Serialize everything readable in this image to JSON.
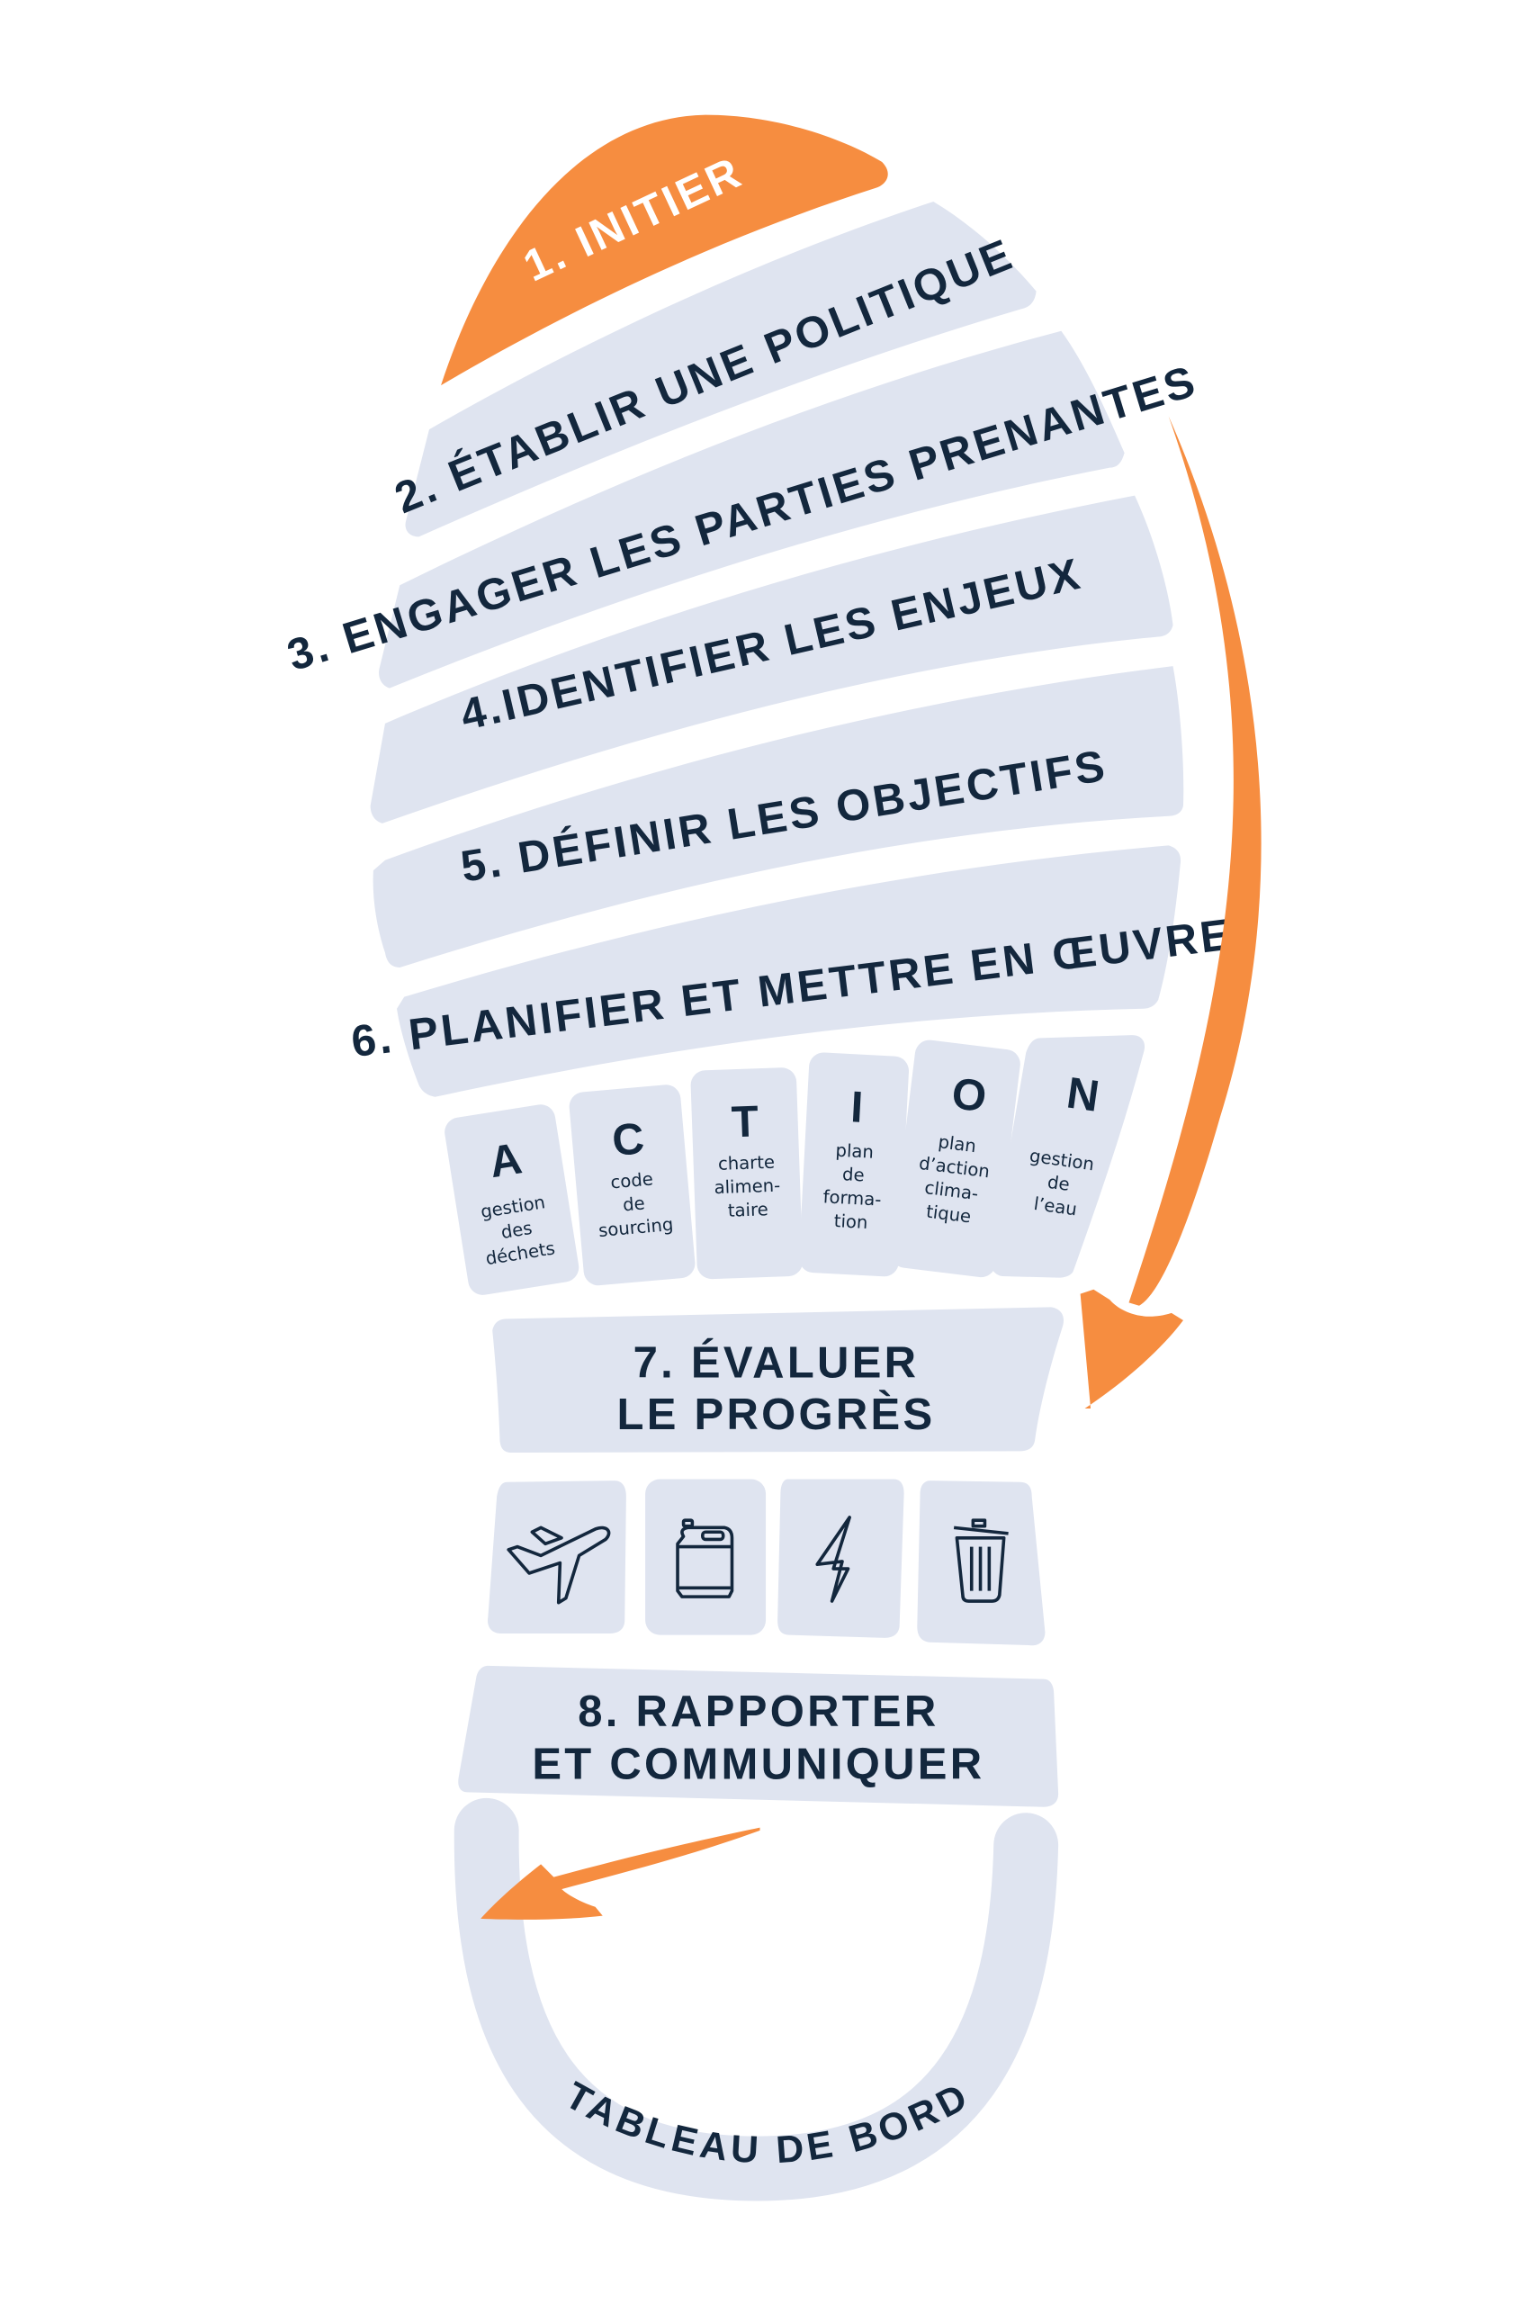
{
  "colors": {
    "accent": "#f68d40",
    "band": "#dfe4f0",
    "text": "#13273d"
  },
  "steps": {
    "s1": "1. INITIER",
    "s2": "2. ÉTABLIR UNE POLITIQUE",
    "s3": "3. ENGAGER LES PARTIES PRENANTES",
    "s4": "4.IDENTIFIER LES ENJEUX",
    "s5": "5. DÉFINIR LES OBJECTIFS",
    "s6": "6. PLANIFIER ET METTRE EN ŒUVRE",
    "s7_line1": "7. ÉVALUER",
    "s7_line2": "LE PROGRÈS",
    "s8_line1": "8. RAPPORTER",
    "s8_line2": "ET COMMUNIQUER",
    "dashboard": "TABLEAU DE BORD"
  },
  "action": [
    {
      "letter": "A",
      "lines": [
        "gestion",
        "des",
        "déchets"
      ]
    },
    {
      "letter": "C",
      "lines": [
        "code",
        "de",
        "sourcing"
      ]
    },
    {
      "letter": "T",
      "lines": [
        "charte",
        "alimen-",
        "taire"
      ]
    },
    {
      "letter": "I",
      "lines": [
        "plan",
        "de",
        "forma-",
        "tion"
      ]
    },
    {
      "letter": "O",
      "lines": [
        "plan",
        "d’action",
        "clima-",
        "tique"
      ]
    },
    {
      "letter": "N",
      "lines": [
        "gestion",
        "de",
        "l’eau"
      ]
    }
  ],
  "icons": [
    "airplane-icon",
    "jerrycan-icon",
    "lightning-icon",
    "trash-icon"
  ]
}
